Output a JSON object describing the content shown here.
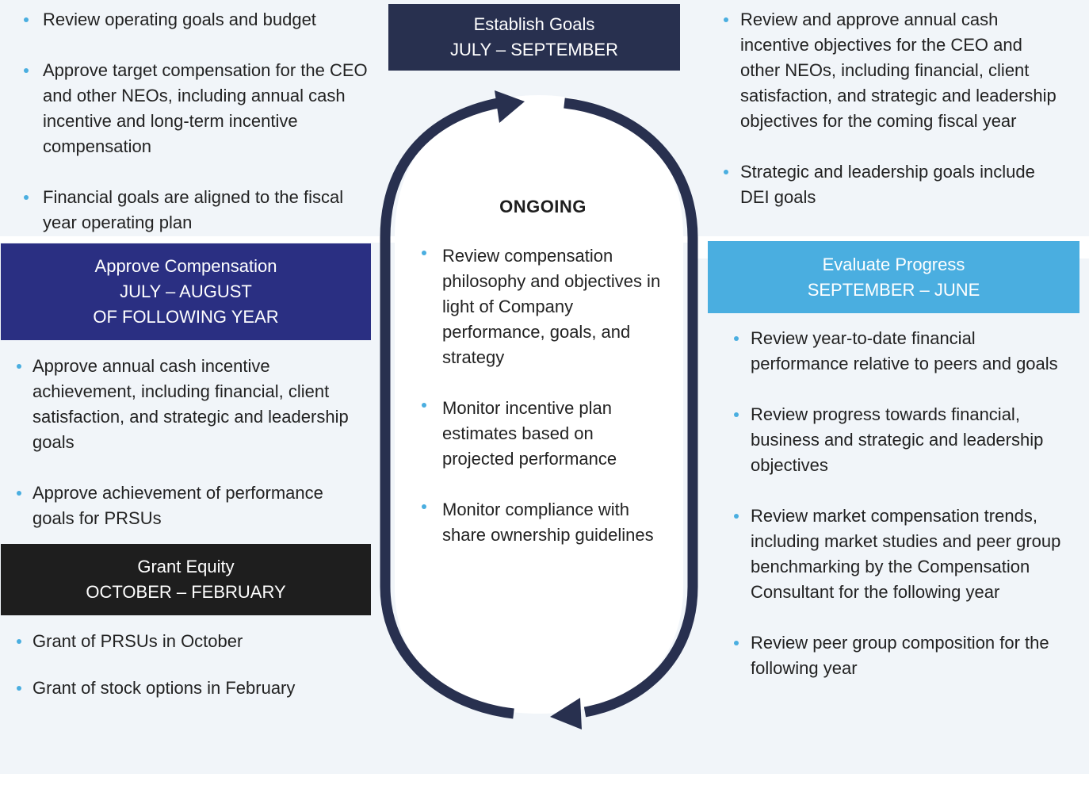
{
  "colors": {
    "panel_bg": "#f1f5f9",
    "establish_header": "#28304f",
    "approve_header": "#2a2f82",
    "grant_header": "#1e1e1e",
    "evaluate_header": "#4aaee0",
    "cycle_stroke": "#28304f",
    "bullet": "#4aaee0"
  },
  "establish_goals": {
    "title": "Establish Goals",
    "period": "JULY – SEPTEMBER",
    "left_bullets": [
      "Review operating goals and budget",
      "Approve target compensation for the CEO and other NEOs, including annual cash incentive and long-term incentive compensation",
      "Financial goals are aligned to the fiscal year operating plan"
    ],
    "right_bullets": [
      "Review and approve annual cash incentive objectives for the CEO and other NEOs, including financial, client satisfaction, and strategic and leadership objectives for the coming fiscal year",
      "Strategic and leadership goals include DEI goals"
    ]
  },
  "approve_compensation": {
    "title": "Approve Compensation",
    "period_line1": "JULY – AUGUST",
    "period_line2": "OF FOLLOWING YEAR",
    "bullets": [
      "Approve annual cash incentive achievement, including financial, client satisfaction, and strategic and leadership goals",
      "Approve achievement of performance goals for PRSUs"
    ]
  },
  "grant_equity": {
    "title": "Grant Equity",
    "period": "OCTOBER – FEBRUARY",
    "bullets": [
      "Grant of PRSUs in October",
      "Grant of stock options in February"
    ]
  },
  "ongoing": {
    "title": "ONGOING",
    "bullets": [
      "Review compensation philosophy and objectives in light of Company performance, goals, and strategy",
      "Monitor incentive plan estimates based on projected performance",
      "Monitor compliance with share ownership guidelines"
    ]
  },
  "evaluate_progress": {
    "title": "Evaluate Progress",
    "period": "SEPTEMBER – JUNE",
    "bullets": [
      "Review year-to-date financial performance relative to peers and goals",
      "Review progress towards financial, business and strategic and leadership objectives",
      "Review market compensation trends, including market studies and peer group benchmarking by the Compensation Consultant for the following year",
      "Review peer group composition for the following year"
    ]
  }
}
